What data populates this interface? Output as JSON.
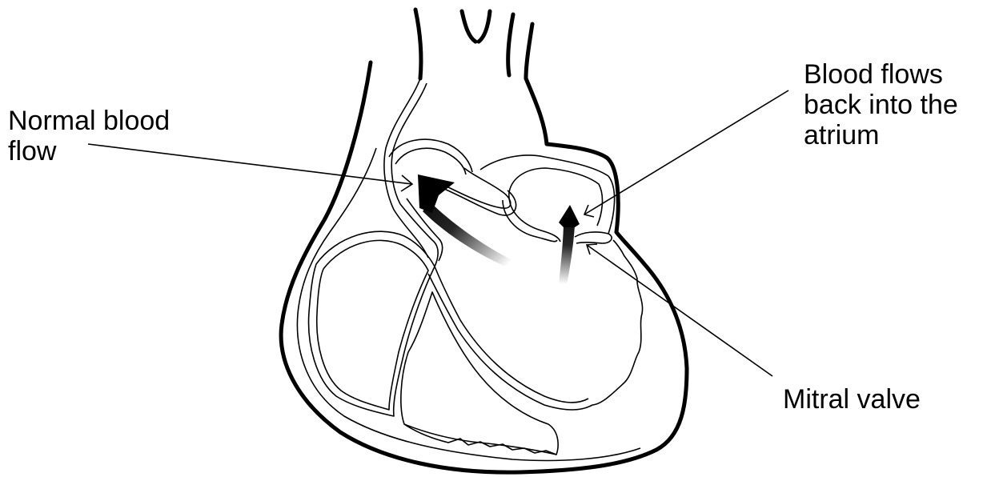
{
  "labels": {
    "normal_flow": [
      "Normal blood",
      "flow"
    ],
    "backflow": [
      "Blood flows",
      "back into the",
      "atrium"
    ],
    "mitral_valve": "Mitral valve"
  },
  "colors": {
    "background": "#ffffff",
    "outline": "#000000",
    "arrow": "#000000"
  }
}
